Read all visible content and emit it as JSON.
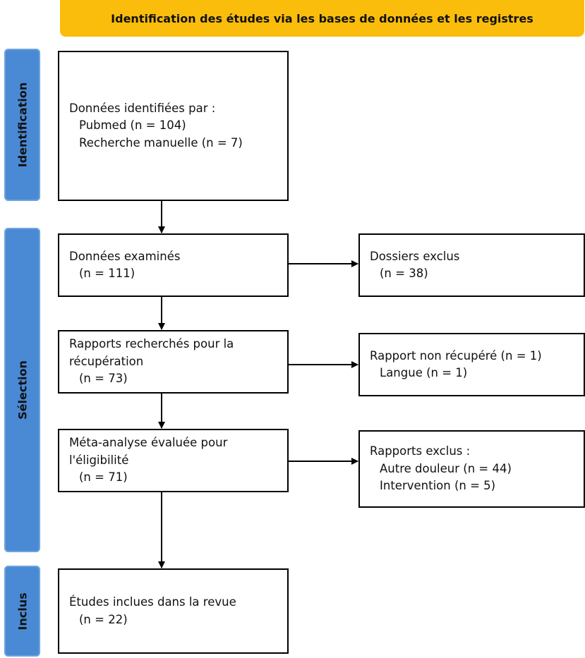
{
  "header": {
    "title": "Identification des études via les bases de données et les registres"
  },
  "stages": {
    "identification": "Identification",
    "selection": "Sélection",
    "inclus": "Inclus"
  },
  "boxes": {
    "identified": {
      "line1": "Données identifiées par :",
      "line2": "Pubmed (n = 104)",
      "line3": "Recherche manuelle (n = 7)"
    },
    "screened": {
      "line1": "Données examinés",
      "line2": "(n = 111)"
    },
    "excluded_records": {
      "line1": "Dossiers exclus",
      "line2": "(n = 38)"
    },
    "sought": {
      "line1": "Rapports recherchés pour la",
      "line2": "récupération",
      "line3": "(n = 73)"
    },
    "not_retrieved": {
      "line1": "Rapport non récupéré (n = 1)",
      "line2": "Langue (n = 1)"
    },
    "assessed": {
      "line1": "Méta-analyse évaluée pour",
      "line2": "l'éligibilité",
      "line3": "(n = 71)"
    },
    "reports_excluded": {
      "line1": "Rapports exclus :",
      "line2": "Autre douleur (n = 44)",
      "line3": "Intervention (n = 5)"
    },
    "included": {
      "line1": "Études inclues dans la revue",
      "line2": "(n = 22)"
    }
  }
}
